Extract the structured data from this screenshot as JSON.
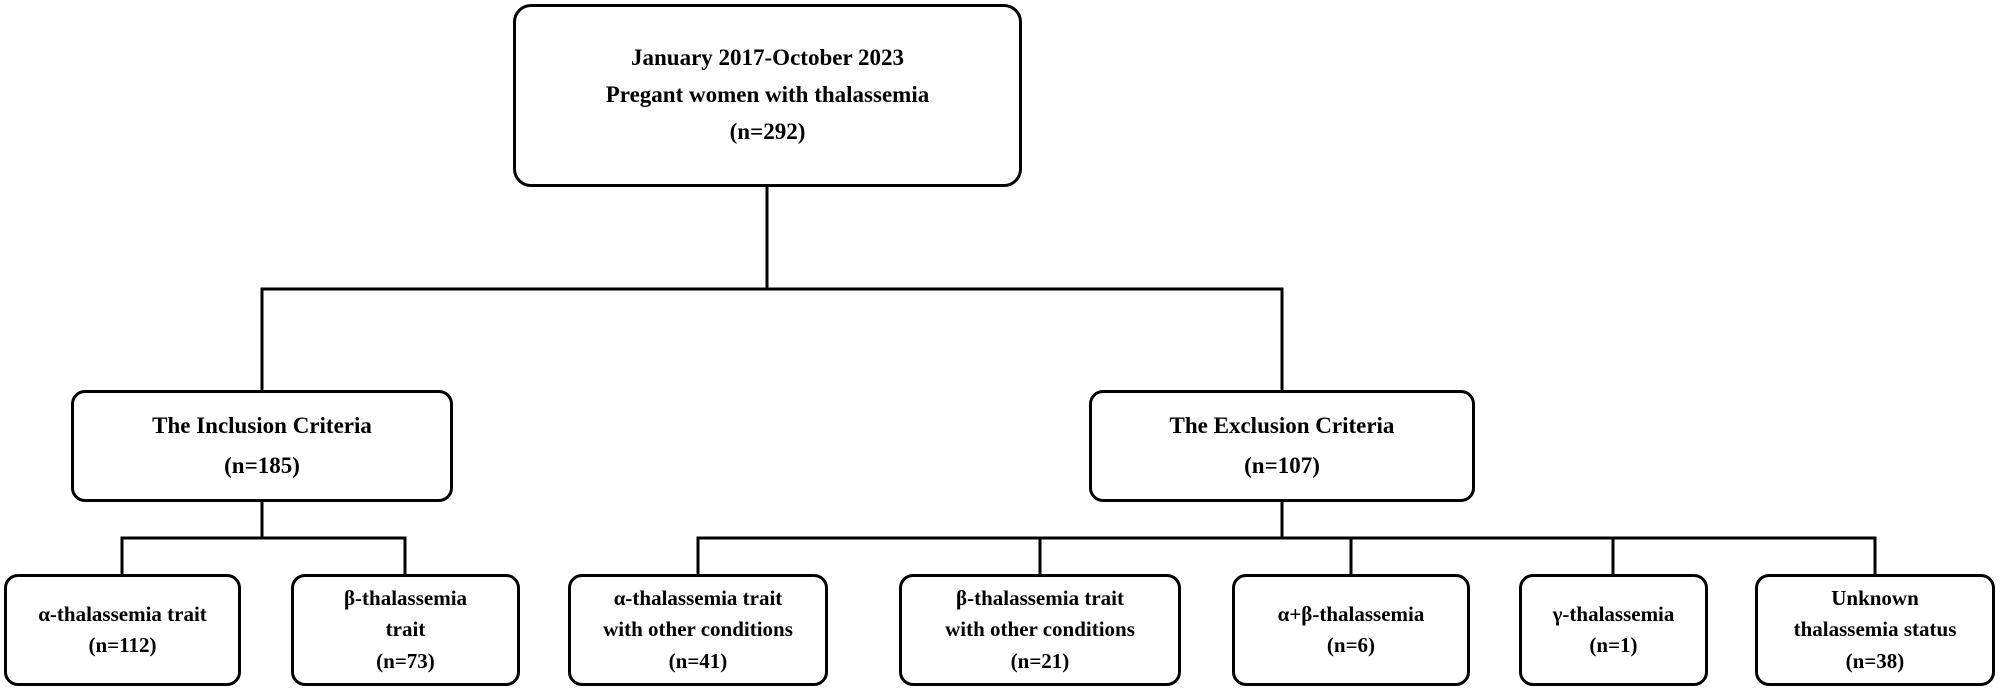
{
  "root": {
    "line1": "January 2017-October 2023",
    "line2": "Pregant women with thalassemia",
    "count": "(n=292)"
  },
  "inclusion": {
    "title": "The Inclusion Criteria",
    "count": "(n=185)"
  },
  "exclusion": {
    "title": "The Exclusion Criteria",
    "count": "(n=107)"
  },
  "inclusion_items": [
    {
      "line1": "α-thalassemia trait",
      "line2": "",
      "count": "(n=112)"
    },
    {
      "line1": "β-thalassemia",
      "line2": "trait",
      "count": "(n=73)"
    }
  ],
  "exclusion_items": [
    {
      "line1": "α-thalassemia trait",
      "line2": "with other conditions",
      "count": "(n=41)"
    },
    {
      "line1": "β-thalassemia trait",
      "line2": "with other conditions",
      "count": "(n=21)"
    },
    {
      "line1": "α+β-thalassemia",
      "line2": "",
      "count": "(n=6)"
    },
    {
      "line1": "γ-thalassemia",
      "line2": "",
      "count": "(n=1)"
    },
    {
      "line1": "Unknown",
      "line2": "thalassemia status",
      "count": "(n=38)"
    }
  ]
}
